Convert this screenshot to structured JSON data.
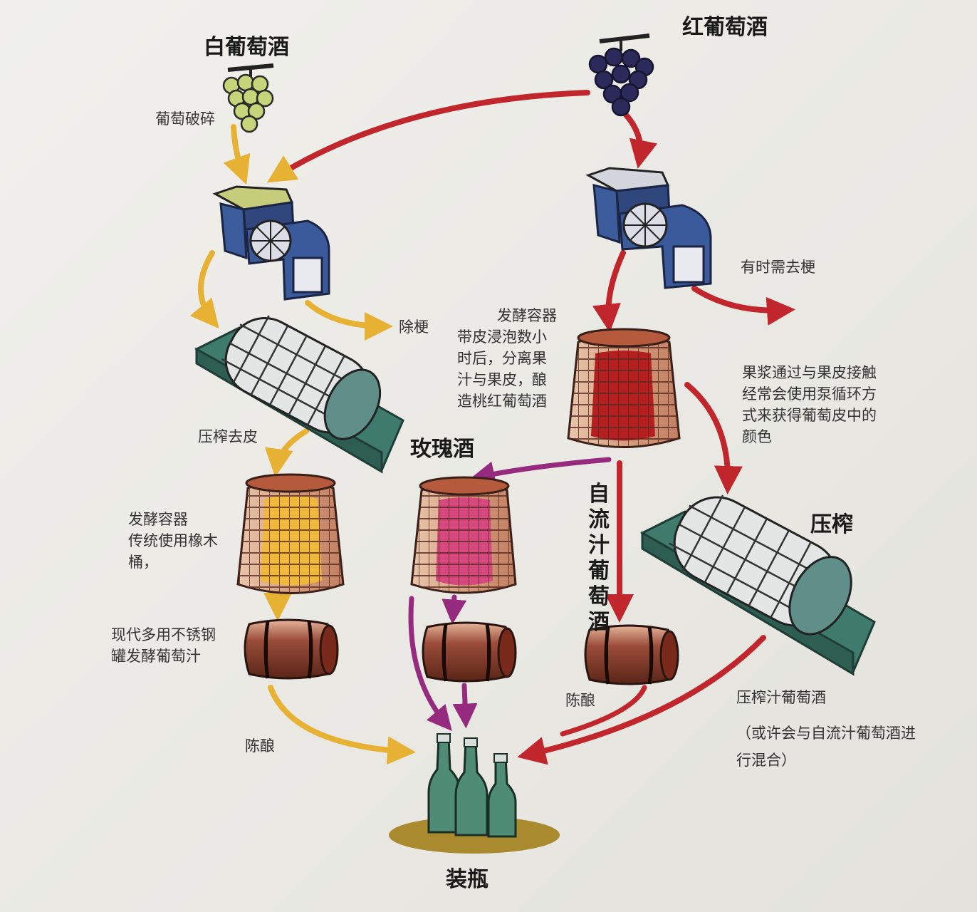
{
  "titles": {
    "white_wine": "白葡萄酒",
    "red_wine": "红葡萄酒",
    "rose_wine": "玫瑰酒",
    "press": "压榨",
    "free_run": "自流汁葡萄酒",
    "bottling": "装瓶"
  },
  "labels": {
    "crush": "葡萄破碎",
    "destem": "除梗",
    "press_skin": "压榨去皮",
    "ferment_vessel_white": "发酵容器\n传统使用橡木\n桶，",
    "stainless": "现代多用不锈钢\n罐发酵葡萄汁",
    "aging_white": "陈酿",
    "sometimes_destem": "有时需去梗",
    "ferment_vessel_red_title": "发酵容器",
    "rose_desc": "带皮浸泡数小\n时后，分离果\n汁与果皮，酿\n造桃红葡萄酒",
    "pump_over": "果浆通过与果皮接触\n经常会使用泵循环方\n式来获得葡萄皮中的\n颜色",
    "aging_red": "陈酿",
    "press_wine": "压榨汁葡萄酒",
    "press_wine_note": "（或许会与自流汁葡萄酒进\n行混合）"
  },
  "colors": {
    "white_path": "#e7b134",
    "red_path": "#c0262b",
    "rose_path": "#962a7e",
    "machine_blue": "#3b5b9a",
    "press_green": "#3f7b6c"
  }
}
